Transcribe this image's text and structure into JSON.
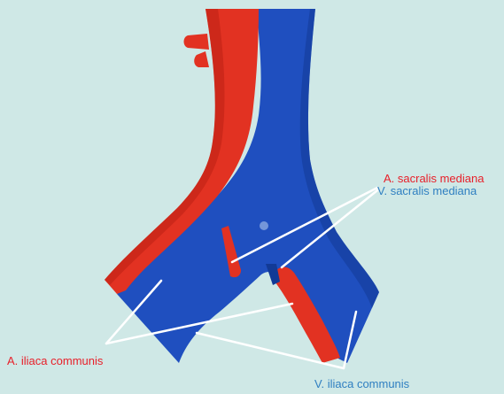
{
  "background_color": "#cfe8e6",
  "colors": {
    "artery": "#e23222",
    "artery_dark": "#b81d12",
    "vein": "#1f4fbf",
    "vein_dark": "#123a96",
    "leader_line": "#ffffff",
    "label_artery": "#e8202a",
    "label_vein": "#2f7fc1"
  },
  "labels": {
    "a_sacralis_mediana": "A. sacralis mediana",
    "v_sacralis_mediana": "V. sacralis mediana",
    "a_iliaca_communis": "A. iliaca communis",
    "v_iliaca_communis": "V. iliaca communis"
  }
}
